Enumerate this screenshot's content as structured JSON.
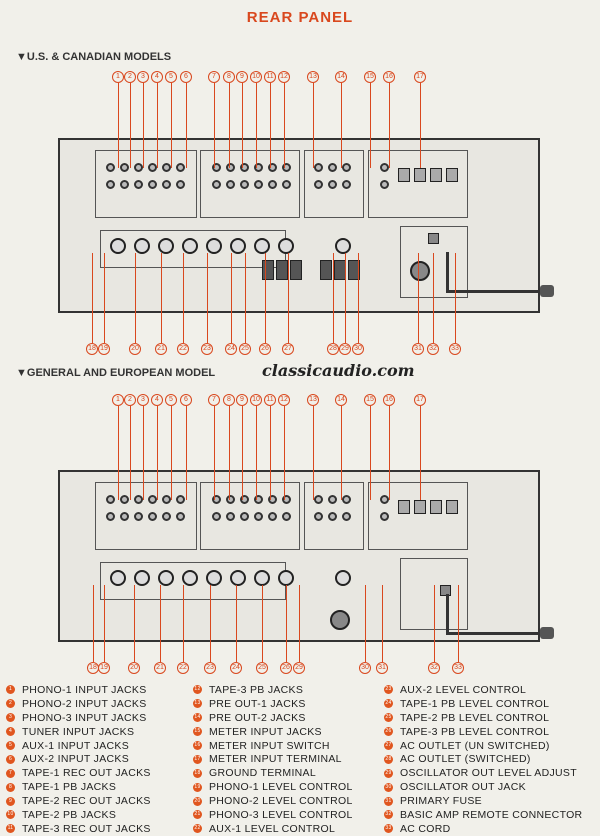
{
  "title": "REAR PANEL",
  "sections": [
    {
      "heading": "▼U.S. & CANADIAN MODELS",
      "top_callouts": [
        "1",
        "2",
        "3",
        "4",
        "5",
        "6",
        "7",
        "8",
        "9",
        "10",
        "11",
        "12",
        "13",
        "14",
        "15",
        "16",
        "17"
      ],
      "bottom_callouts": [
        "18",
        "19",
        "20",
        "21",
        "22",
        "23",
        "24",
        "25",
        "26",
        "27",
        "28",
        "29",
        "30",
        "31",
        "32",
        "33"
      ]
    },
    {
      "heading": "▼GENERAL AND EUROPEAN MODEL",
      "top_callouts": [
        "1",
        "2",
        "3",
        "4",
        "5",
        "6",
        "7",
        "8",
        "9",
        "10",
        "11",
        "12",
        "13",
        "14",
        "15",
        "16",
        "17"
      ],
      "bottom_callouts": [
        "18",
        "19",
        "20",
        "21",
        "22",
        "23",
        "24",
        "25",
        "26",
        "29",
        "30",
        "31",
        "32",
        "33"
      ]
    }
  ],
  "watermark": "classicaudio.com",
  "legend": [
    [
      "PHONO-1 INPUT JACKS",
      "PHONO-2 INPUT JACKS",
      "PHONO-3 INPUT JACKS",
      "TUNER INPUT JACKS",
      "AUX-1 INPUT JACKS",
      "AUX-2 INPUT JACKS",
      "TAPE-1 REC OUT JACKS",
      "TAPE-1 PB JACKS",
      "TAPE-2 REC OUT JACKS",
      "TAPE-2 PB JACKS",
      "TAPE-3 REC OUT JACKS"
    ],
    [
      "TAPE-3 PB JACKS",
      "PRE OUT-1 JACKS",
      "PRE OUT-2 JACKS",
      "METER INPUT JACKS",
      "METER INPUT SWITCH",
      "METER INPUT TERMINAL",
      "GROUND TERMINAL",
      "PHONO-1 LEVEL CONTROL",
      "PHONO-2 LEVEL CONTROL",
      "PHONO-3 LEVEL CONTROL",
      "AUX-1 LEVEL CONTROL"
    ],
    [
      "AUX-2 LEVEL CONTROL",
      "TAPE-1 PB LEVEL CONTROL",
      "TAPE-2 PB LEVEL CONTROL",
      "TAPE-3 PB LEVEL CONTROL",
      "AC OUTLET (UN SWITCHED)",
      "AC OUTLET (SWITCHED)",
      "OSCILLATOR OUT LEVEL ADJUST",
      "OSCILLATOR OUT JACK",
      "PRIMARY FUSE",
      "BASIC AMP REMOTE CONNECTOR",
      "AC CORD"
    ]
  ],
  "colors": {
    "accent": "#d9481e"
  }
}
